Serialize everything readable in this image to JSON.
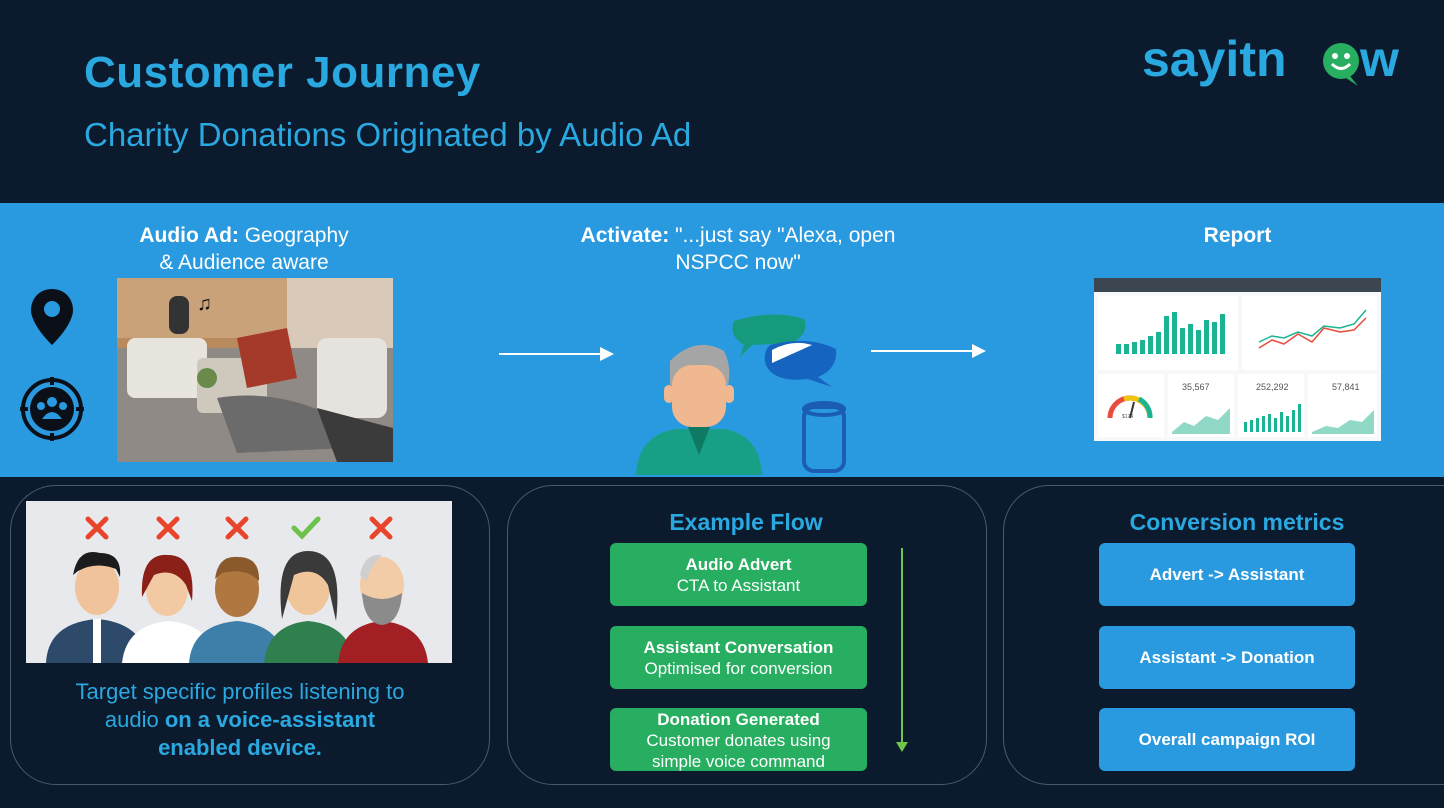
{
  "header": {
    "title": "Customer Journey",
    "subtitle": "Charity Donations Originated by Audio Ad",
    "logo_text": "sayitnow"
  },
  "band": {
    "audio_ad_bold": "Audio Ad:",
    "audio_ad_rest": " Geography",
    "audio_ad_line2": "& Audience aware",
    "activate_bold": "Activate:",
    "activate_rest": " \"...just say \"Alexa, open",
    "activate_line2": "NSPCC now\"",
    "report": "Report",
    "report_values": [
      "35,567",
      "252,292",
      "57,841"
    ],
    "gauge_value": "$174"
  },
  "targeting": {
    "line1": "Target specific profiles listening to",
    "line2_plain": "audio ",
    "line2_bold": "on a voice-assistant",
    "line3_bold": "enabled device."
  },
  "example_flow": {
    "title": "Example Flow",
    "steps": [
      {
        "title": "Audio Advert",
        "desc": "CTA to Assistant"
      },
      {
        "title": "Assistant Conversation",
        "desc": "Optimised for conversion"
      },
      {
        "title": "Donation Generated",
        "desc": "Customer donates using",
        "desc2": "simple voice command"
      }
    ]
  },
  "conversion": {
    "title": "Conversion metrics",
    "items": [
      "Advert -> Assistant",
      "Assistant -> Donation",
      "Overall campaign ROI"
    ]
  },
  "colors": {
    "background": "#0c1a2e",
    "accent": "#2aa8e0",
    "band": "#2a9ae0",
    "green": "#27ae60"
  }
}
